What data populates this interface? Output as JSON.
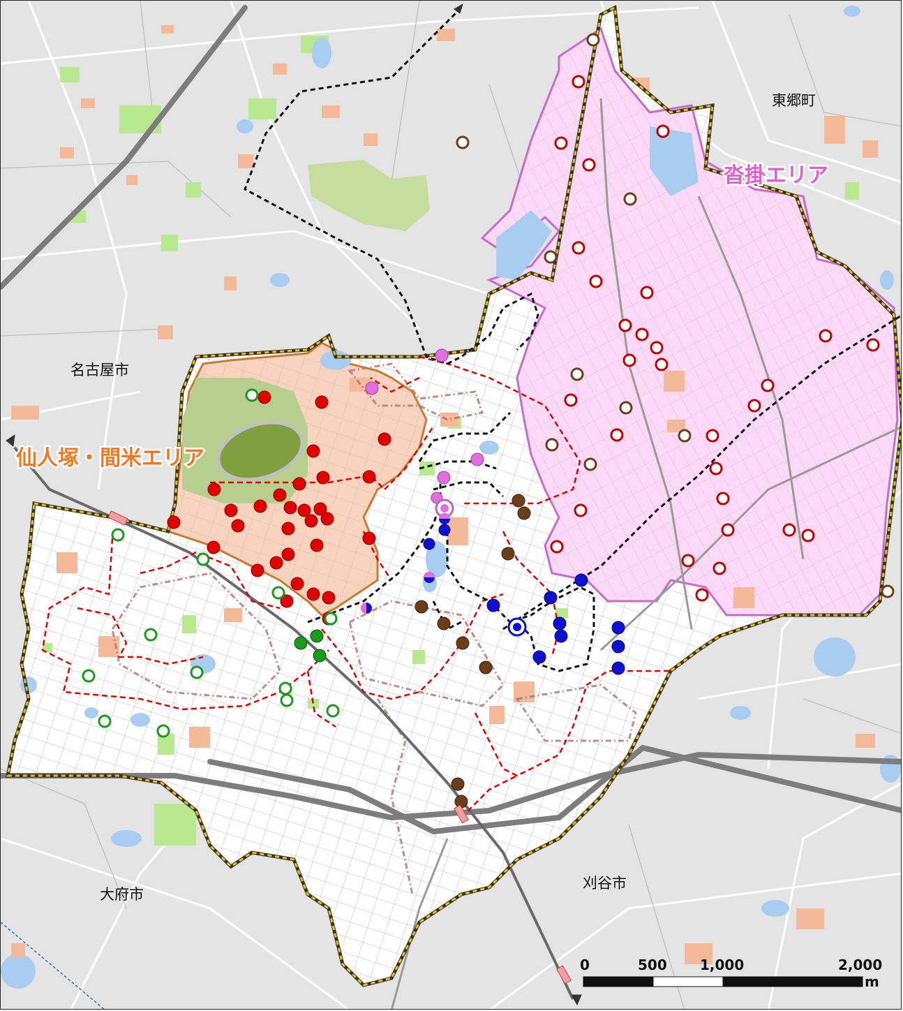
{
  "map": {
    "labels": {
      "nagoya": "名古屋市",
      "togo": "東郷町",
      "obu": "大府市",
      "kariya": "刈谷市"
    },
    "areas": {
      "kutsukake": {
        "name": "沓掛エリア",
        "color": "#e060d0",
        "fill": "#fbd9f7"
      },
      "sennin": {
        "name": "仙人塚・間米エリア",
        "color": "#f07820",
        "fill": "#f8d4bf"
      }
    },
    "scale_bar": {
      "ticks": [
        "0",
        "500",
        "1,000",
        "2,000"
      ],
      "unit": "m"
    },
    "colors": {
      "red_stop": "#e00000",
      "green_stop": "#1a9a1a",
      "blue_stop": "#1010d0",
      "brown_stop": "#6b3e1a",
      "pink_stop": "#e070e0",
      "bus_route_red": "#e00000",
      "bus_route_black": "#111111",
      "city_border": "#f0c000",
      "road_major": "#808080",
      "park": "#b8e890",
      "water": "#a8cdf0"
    }
  }
}
